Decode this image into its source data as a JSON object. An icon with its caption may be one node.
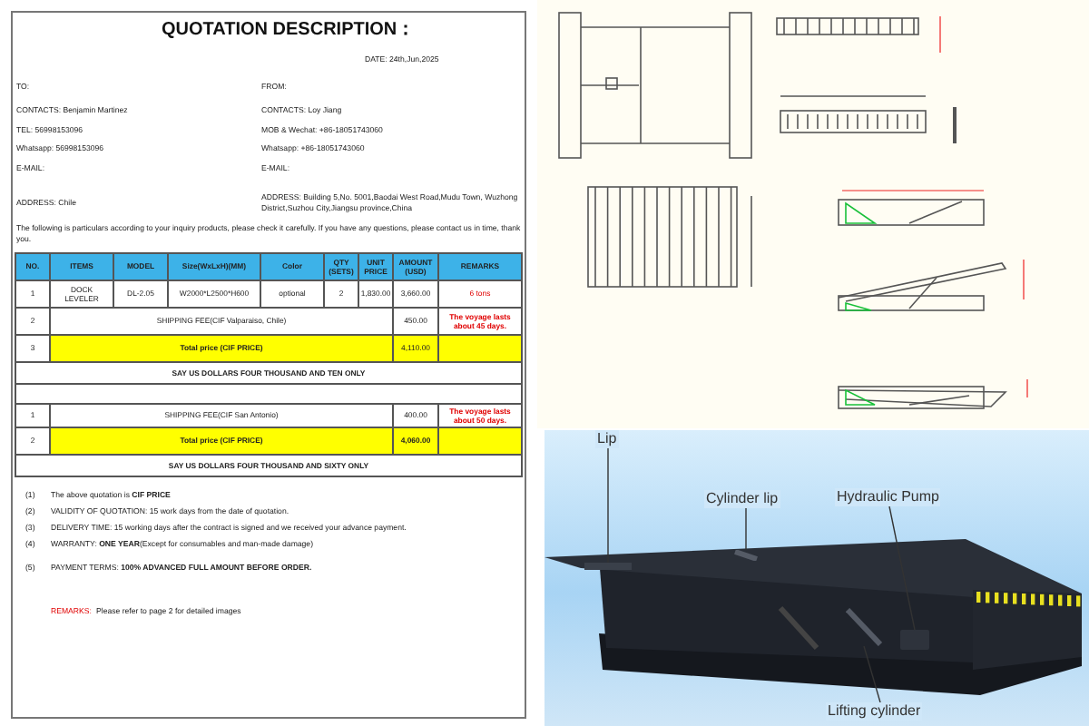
{
  "diagram": {
    "title": "QUOTATION DESCRIPTION：",
    "nodes": [
      {
        "text": [
          "Lip"
        ]
      },
      {
        "text": [
          "Cylinder lip"
        ]
      },
      {
        "text": [
          "Hydraulic Pump"
        ]
      },
      {
        "text": [
          "Lifting cylinder"
        ]
      },
      {
        "text": [],
        "shape": "bar"
      },
      {
        "text": [],
        "shape": "cylinder"
      },
      {
        "text": [],
        "shape": "box"
      },
      {
        "text": [],
        "shape": "cylinder"
      }
    ],
    "edges": [
      {
        "from": 0,
        "to": 4,
        "arrow": "none"
      },
      {
        "from": 1,
        "to": 5,
        "arrow": "none"
      },
      {
        "from": 2,
        "to": 6,
        "arrow": "none"
      },
      {
        "from": 3,
        "to": 7,
        "arrow": "none"
      }
    ],
    "labels": [
      "DATE: 24th,Jun,2025",
      "TO:",
      "FROM:",
      "CONTACTS: Benjamin Martinez",
      "CONTACTS: Loy Jiang",
      "TEL: 56998153096",
      "MOB & Wechat: +86-18051743060",
      "Whatsapp: 56998153096",
      "Whatsapp: +86-18051743060",
      "E-MAIL:",
      "E-MAIL:",
      "ADDRESS: Chile",
      "ADDRESS: Building 5,No. 5001,Baodai West Road,Mudu Town, Wuzhong District,Suzhou City,Jiangsu province,China",
      "The following is particulars according to your inquiry products, please check it carefully. If you have any questions, please contact us in time, thank you.",
      "NO.",
      "ITEMS",
      "MODEL",
      "Size(WxLxH)(MM)",
      "Color",
      "QTY (SETS)",
      "UNIT PRICE",
      "AMOUNT (USD)",
      "REMARKS",
      "1",
      "DOCK LEVELER",
      "DL-2.05",
      "W2000*L2500*H600",
      "optional",
      "2",
      "1,830.00",
      "3,660.00",
      "6 tons",
      "2",
      "SHIPPING FEE(CIF Valparaiso, Chile)",
      "450.00",
      "The voyage lasts about 45 days.",
      "3",
      "Total price (CIF PRICE)",
      "4,110.00",
      "SAY US DOLLARS FOUR THOUSAND AND TEN ONLY",
      "1",
      "SHIPPING FEE(CIF San Antonio)",
      "400.00",
      "The voyage lasts about 50 days.",
      "2",
      "Total price (CIF PRICE)",
      "4,060.00",
      "SAY US DOLLARS FOUR THOUSAND AND SIXTY ONLY",
      "(1)",
      "The above quotation is **CIF PRICE**",
      "(2)",
      "VALIDITY OF QUOTATION: 15 work days from the date of quotation.",
      "(3)",
      "DELIVERY TIME: 15 working days after the contract is signed and we received your advance payment.",
      "(4)",
      "WARRANTY: **ONE YEAR**(Except for consumables and man-made damage)",
      "(5)",
      "PAYMENT TERMS: **100% ADVANCED FULL AMOUNT BEFORE ORDER.**",
      "REMARKS:",
      "Please refer to page 2 for detailed images"
    ]
  }
}
